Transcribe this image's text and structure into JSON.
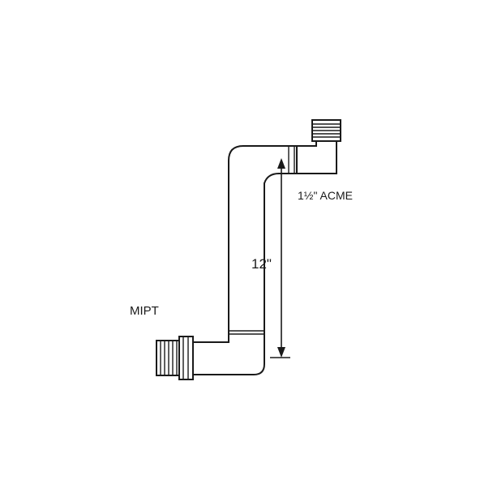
{
  "labels": {
    "acme": "1½\" ACME",
    "length": "12\"",
    "mipt": "MIPT"
  },
  "icons": {
    "dimension_arrow": "double-headed-arrow-icon"
  },
  "colors": {
    "line": "#1a1a1a",
    "background": "#ffffff"
  }
}
